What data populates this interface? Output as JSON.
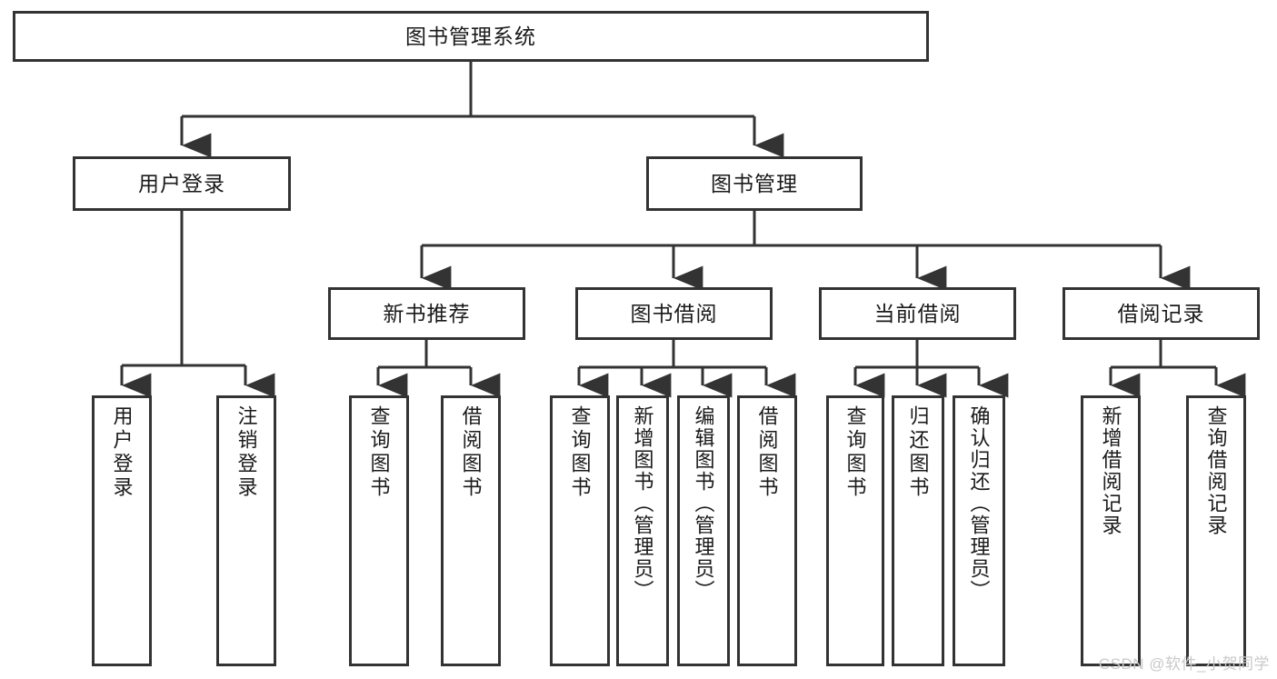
{
  "diagram": {
    "title": "图书管理系统",
    "type": "tree-hierarchy-chart",
    "colors": {
      "box_border": "#333333",
      "box_fill": "#ffffff",
      "connector": "#333333",
      "text": "#1a1a1a",
      "watermark": "#c9c9c9"
    },
    "root": {
      "id": "root",
      "label": "图书管理系统"
    },
    "level2": [
      {
        "id": "user-login",
        "label": "用户登录"
      },
      {
        "id": "book-manage",
        "label": "图书管理"
      }
    ],
    "level3": [
      {
        "id": "new-book-rec",
        "label": "新书推荐",
        "parent": "book-manage"
      },
      {
        "id": "book-borrow",
        "label": "图书借阅",
        "parent": "book-manage"
      },
      {
        "id": "current-borrow",
        "label": "当前借阅",
        "parent": "book-manage"
      },
      {
        "id": "borrow-record",
        "label": "借阅记录",
        "parent": "book-manage"
      }
    ],
    "leaves": [
      {
        "id": "leaf-user-login",
        "label": "用户登录",
        "parent": "user-login"
      },
      {
        "id": "leaf-logout",
        "label": "注销登录",
        "parent": "user-login"
      },
      {
        "id": "leaf-query-book-1",
        "label": "查询图书",
        "parent": "new-book-rec"
      },
      {
        "id": "leaf-borrow-book-1",
        "label": "借阅图书",
        "parent": "new-book-rec"
      },
      {
        "id": "leaf-query-book-2",
        "label": "查询图书",
        "parent": "book-borrow"
      },
      {
        "id": "leaf-add-book",
        "label": "新增图书（管理员）",
        "parent": "book-borrow"
      },
      {
        "id": "leaf-edit-book",
        "label": "编辑图书（管理员）",
        "parent": "book-borrow"
      },
      {
        "id": "leaf-borrow-book-2",
        "label": "借阅图书",
        "parent": "book-borrow"
      },
      {
        "id": "leaf-query-book-3",
        "label": "查询图书",
        "parent": "current-borrow"
      },
      {
        "id": "leaf-return-book",
        "label": "归还图书",
        "parent": "current-borrow"
      },
      {
        "id": "leaf-confirm-return",
        "label": "确认归还（管理员）",
        "parent": "current-borrow"
      },
      {
        "id": "leaf-add-record",
        "label": "新增借阅记录",
        "parent": "borrow-record"
      },
      {
        "id": "leaf-query-record",
        "label": "查询借阅记录",
        "parent": "borrow-record"
      }
    ],
    "watermark": "CSDN @软件_小贺同学"
  }
}
